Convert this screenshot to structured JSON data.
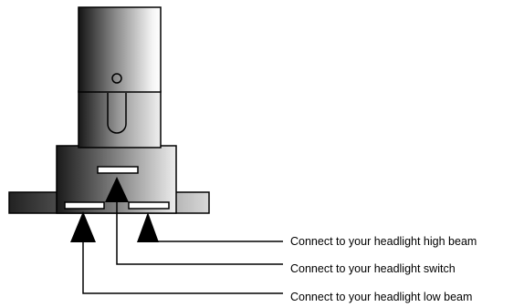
{
  "labels": {
    "high_beam": "Connect to your headlight high beam",
    "switch": "Connect to your headlight switch",
    "low_beam": "Connect to your headlight low beam"
  },
  "colors": {
    "outline": "#000000",
    "background": "#ffffff",
    "metal_dark": "#1a1a1a",
    "metal_light": "#f2f2f2"
  }
}
